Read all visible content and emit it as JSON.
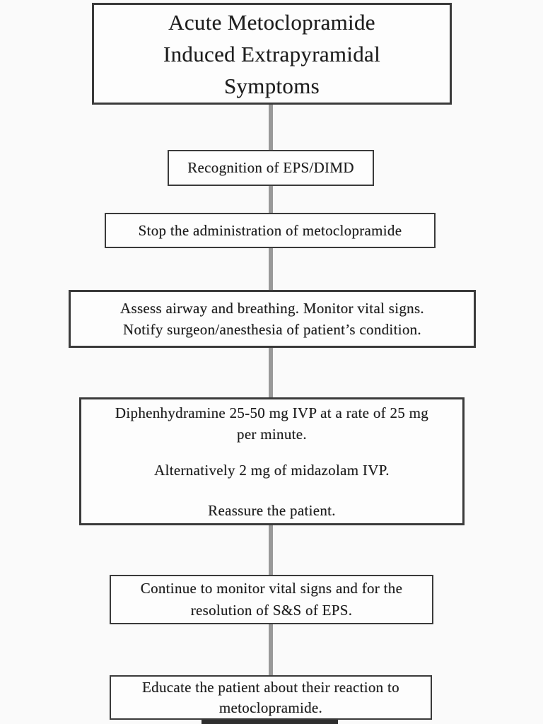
{
  "meta": {
    "description": "Flowchart: management of acute metoclopramide induced extrapyramidal symptoms"
  },
  "colors": {
    "background": "#fafafa",
    "box_fill": "#fdfdfd",
    "box_border": "#3a3a3a",
    "connector": "#999999",
    "text": "#1e1e1e"
  },
  "flowchart": {
    "title": {
      "lines": [
        "Acute Metoclopramide",
        "Induced Extrapyramidal",
        "Symptoms"
      ]
    },
    "steps": [
      {
        "name": "recognition",
        "lines": [
          "Recognition of EPS/DIMD"
        ]
      },
      {
        "name": "stop-metoclopramide",
        "lines": [
          "Stop the administration of metoclopramide"
        ]
      },
      {
        "name": "assess-and-notify",
        "lines": [
          "Assess airway and breathing. Monitor vital signs.",
          "Notify surgeon/anesthesia of patient’s condition."
        ]
      },
      {
        "name": "treatment",
        "paragraphs": [
          [
            "Diphenhydramine 25-50 mg IVP at a rate of 25 mg",
            "per minute."
          ],
          [
            "Alternatively 2 mg of midazolam IVP."
          ],
          [
            "Reassure the patient."
          ]
        ]
      },
      {
        "name": "monitor-resolution",
        "lines": [
          "Continue to monitor vital signs and for the",
          "resolution of S&S of EPS."
        ]
      },
      {
        "name": "educate-patient",
        "lines": [
          "Educate the patient about their reaction to",
          "metoclopramide."
        ]
      }
    ]
  }
}
